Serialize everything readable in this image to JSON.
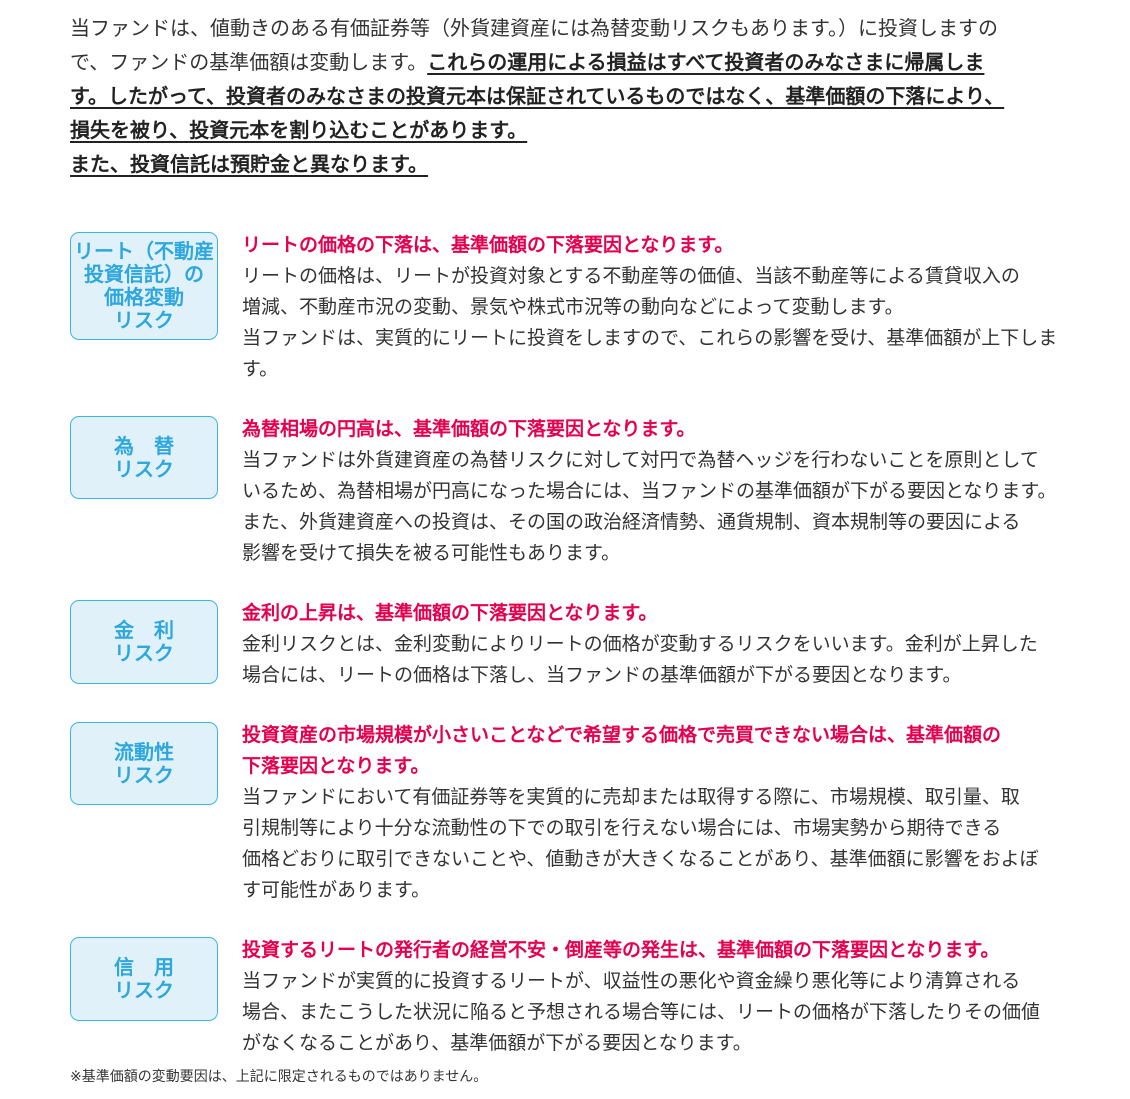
{
  "intro": {
    "lines": [
      [
        {
          "text": "当ファンドは、値動きのある有価証券等（外貨建資産には為替変動リスクもあります。）に投資しますの",
          "emph": false
        }
      ],
      [
        {
          "text": "で、ファンドの基準価額は変動します。",
          "emph": false
        },
        {
          "text": "これらの運用による損益はすべて投資者のみなさまに帰属しま",
          "emph": true
        }
      ],
      [
        {
          "text": "す。したがって、投資者のみなさまの投資元本は保証されているものではなく、基準価額の下落により、",
          "emph": true
        }
      ],
      [
        {
          "text": "損失を被り、投資元本を割り込むことがあります。",
          "emph": true
        }
      ],
      [
        {
          "text": "また、投資信託は預貯金と異なります。",
          "emph": true
        }
      ]
    ]
  },
  "colors": {
    "accent_red": "#e5004f",
    "label_blue": "#2ea7de",
    "label_bg": "#e1f1fa",
    "label_border": "#3cb4e6"
  },
  "risks": [
    {
      "id": "reit-price",
      "label": [
        "リート（不動産",
        "投資信託）の",
        "価格変動",
        "リスク"
      ],
      "headline": [
        "リートの価格の下落は、基準価額の下落要因となります。"
      ],
      "body": [
        "リートの価格は、リートが投資対象とする不動産等の価値、当該不動産等による賃貸収入の",
        "増減、不動産市況の変動、景気や株式市況等の動向などによって変動します。",
        "当ファンドは、実質的にリートに投資をしますので、これらの影響を受け、基準価額が上下しま",
        "す。"
      ]
    },
    {
      "id": "currency",
      "label": [
        "為　替",
        "リスク"
      ],
      "headline": [
        "為替相場の円高は、基準価額の下落要因となります。"
      ],
      "body": [
        "当ファンドは外貨建資産の為替リスクに対して対円で為替ヘッジを行わないことを原則として",
        "いるため、為替相場が円高になった場合には、当ファンドの基準価額が下がる要因となります。",
        "また、外貨建資産への投資は、その国の政治経済情勢、通貨規制、資本規制等の要因による",
        "影響を受けて損失を被る可能性もあります。"
      ]
    },
    {
      "id": "interest",
      "label": [
        "金　利",
        "リスク"
      ],
      "headline": [
        "金利の上昇は、基準価額の下落要因となります。"
      ],
      "body": [
        "金利リスクとは、金利変動によりリートの価格が変動するリスクをいいます。金利が上昇した",
        "場合には、リートの価格は下落し、当ファンドの基準価額が下がる要因となります。"
      ]
    },
    {
      "id": "liquidity",
      "label": [
        "流動性",
        "リスク"
      ],
      "headline": [
        "投資資産の市場規模が小さいことなどで希望する価格で売買できない場合は、基準価額の",
        "下落要因となります。"
      ],
      "body": [
        "当ファンドにおいて有価証券等を実質的に売却または取得する際に、市場規模、取引量、取",
        "引規制等により十分な流動性の下での取引を行えない場合には、市場実勢から期待できる",
        "価格どおりに取引できないことや、値動きが大きくなることがあり、基準価額に影響をおよぼ",
        "す可能性があります。"
      ]
    },
    {
      "id": "credit",
      "label": [
        "信　用",
        "リスク"
      ],
      "headline": [
        "投資するリートの発行者の経営不安・倒産等の発生は、基準価額の下落要因となります。"
      ],
      "body": [
        "当ファンドが実質的に投資するリートが、収益性の悪化や資金繰り悪化等により清算される",
        "場合、またこうした状況に陥ると予想される場合等には、リートの価格が下落したりその価値",
        "がなくなることがあり、基準価額が下がる要因となります。"
      ]
    }
  ],
  "footnote": "※基準価額の変動要因は、上記に限定されるものではありません。"
}
